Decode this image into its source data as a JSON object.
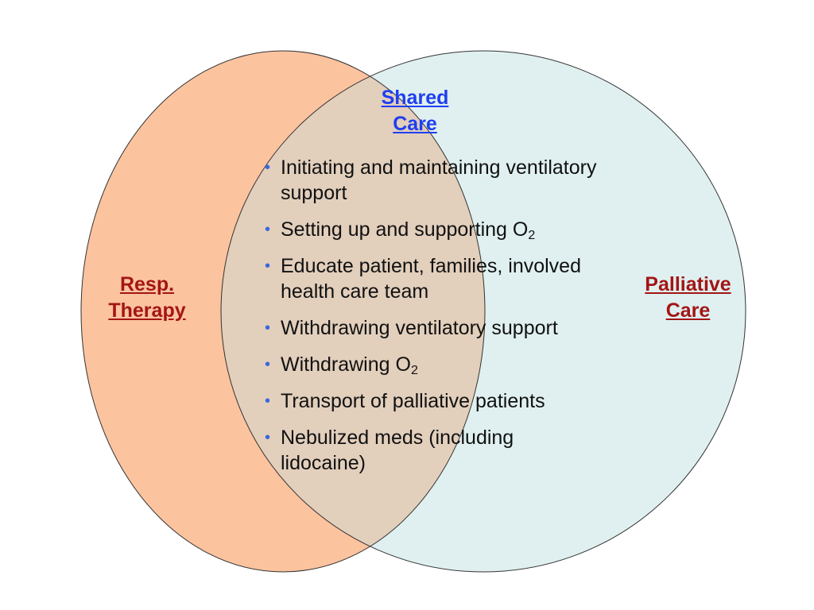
{
  "colors": {
    "left_circle": "#fcc39f",
    "right_circle": "#e0f0f0",
    "overlap": "#e2cfbc",
    "outline": "#333333",
    "side_label": "#a31616",
    "center_label": "#1f3ff0",
    "bullet": "#3b66e0"
  },
  "left_label": {
    "line1": "Resp.",
    "line2": "Therapy"
  },
  "right_label": {
    "line1": "Palliative",
    "line2": "Care"
  },
  "center_label": {
    "line1": "Shared",
    "line2": "Care"
  },
  "shared_items": [
    {
      "text": "Initiating and maintaining ventilatory support"
    },
    {
      "text": "Setting up and supporting O",
      "sub": "2"
    },
    {
      "text": "Educate patient, families, involved health care team"
    },
    {
      "text": "Withdrawing ventilatory support"
    },
    {
      "text": "Withdrawing O",
      "sub": "2"
    },
    {
      "text": "Transport of palliative patients"
    },
    {
      "text": "Nebulized meds (including lidocaine)"
    }
  ]
}
